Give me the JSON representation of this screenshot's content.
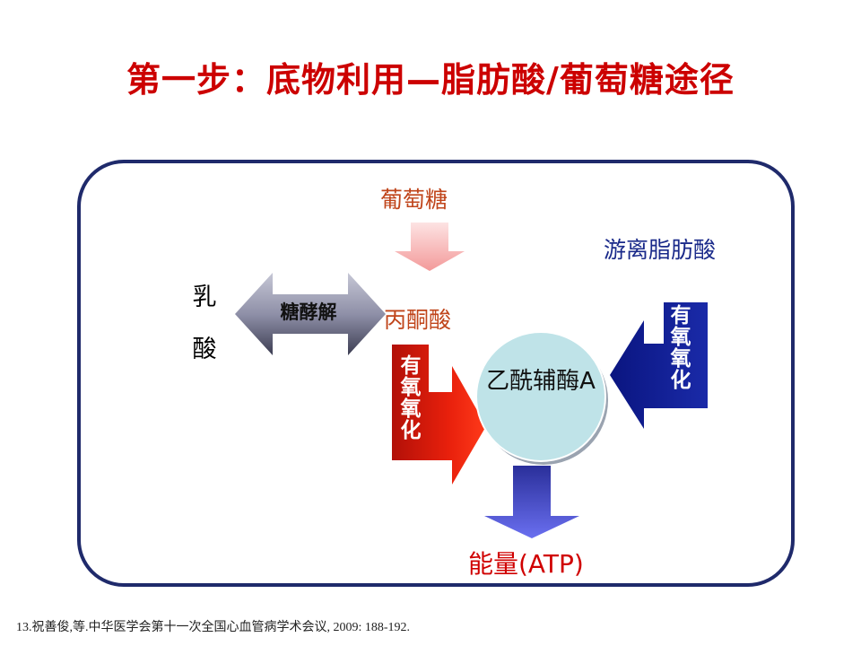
{
  "title": "第一步：底物利用—脂肪酸/葡萄糖途径",
  "diagram": {
    "glucose": "葡萄糖",
    "pyruvate": "丙酮酸",
    "free_fatty_acid": "游离脂肪酸",
    "lactic_acid": "乳酸",
    "glycolysis": "糖酵解",
    "aerobic_oxidation_left": "有氧氧化",
    "aerobic_oxidation_right": "有氧氧化",
    "acetyl_coa": "乙酰辅酶A",
    "energy": "能量(ATP)"
  },
  "reference": "13.祝善俊,等.中华医学会第十一次全国心血管病学术会议, 2009: 188-192.",
  "colors": {
    "title": "#cc0000",
    "frame": "#1f2a6b",
    "glucose_arrow": "#f6a8a8",
    "pyruvate_arrow": "#e31b0b",
    "fatty_acid_arrow": "#0d1a8a",
    "energy_arrow": "#4a4fd0",
    "glycolysis_arrow": "#5a5a6e",
    "acetyl_circle": "#bfe3e8"
  }
}
